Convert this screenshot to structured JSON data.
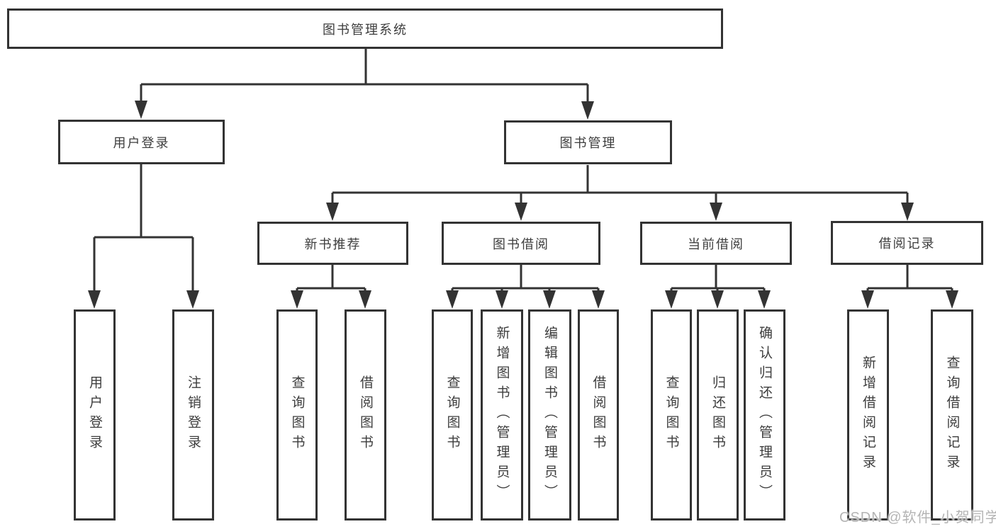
{
  "tree": {
    "root": {
      "label": "图书管理系统"
    },
    "branches": [
      {
        "label": "用户登录",
        "children": [
          {
            "label": "用户登录"
          },
          {
            "label": "注销登录"
          }
        ]
      },
      {
        "label": "图书管理",
        "children": [
          {
            "label": "新书推荐",
            "children": [
              {
                "label": "查询图书"
              },
              {
                "label": "借阅图书"
              }
            ]
          },
          {
            "label": "图书借阅",
            "children": [
              {
                "label": "查询图书"
              },
              {
                "label": "新增图书（管理员）"
              },
              {
                "label": "编辑图书（管理员）"
              },
              {
                "label": "借阅图书"
              }
            ]
          },
          {
            "label": "当前借阅",
            "children": [
              {
                "label": "查询图书"
              },
              {
                "label": "归还图书"
              },
              {
                "label": "确认归还（管理员）"
              }
            ]
          },
          {
            "label": "借阅记录",
            "children": [
              {
                "label": "新增借阅记录"
              },
              {
                "label": "查询借阅记录"
              }
            ]
          }
        ]
      }
    ]
  },
  "watermark": "CSDN @软件_小贺同学",
  "colors": {
    "line": "#333333",
    "box_border": "#333333",
    "text": "#3d3d3d",
    "watermark": "#b4b4b4",
    "background": "#ffffff"
  }
}
